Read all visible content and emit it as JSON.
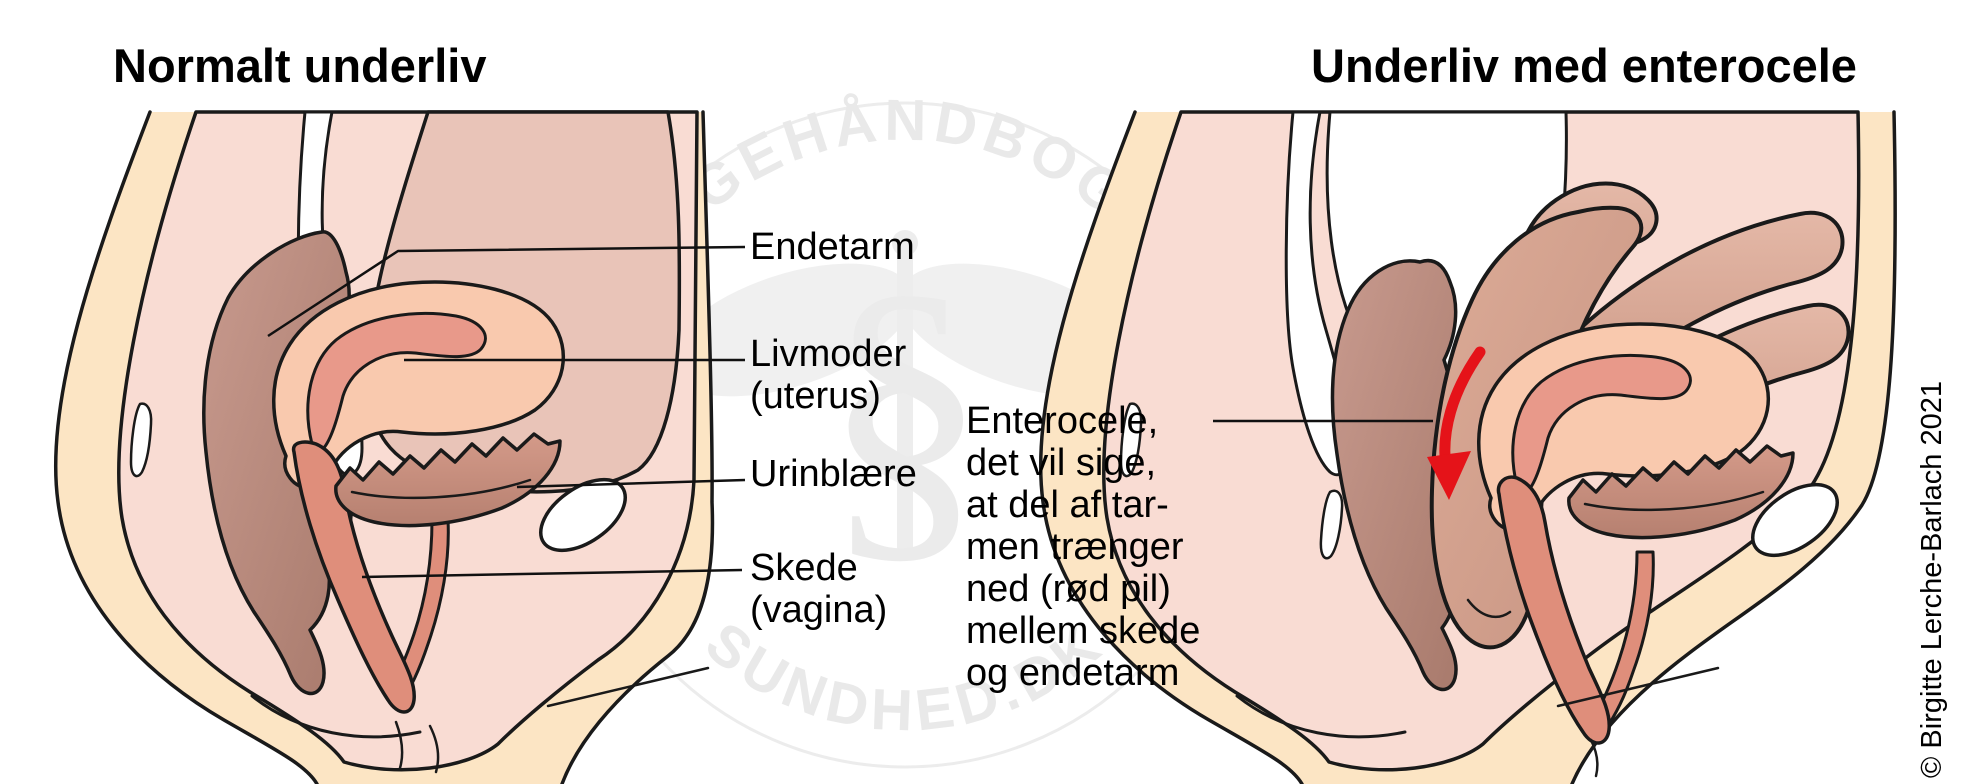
{
  "figure": {
    "left_title": "Normalt underliv",
    "right_title": "Underliv med enterocele"
  },
  "labels": {
    "endetarm": "Endetarm",
    "livmoder": "Livmoder",
    "livmoder_latin": "(uterus)",
    "urinblaere": "Urinblære",
    "skede": "Skede",
    "skede_latin": "(vagina)"
  },
  "annotation": {
    "line1": "Enterocele,",
    "line2": "det vil sige,",
    "line3": "at del af tar-",
    "line4": "men trænger",
    "line5": "ned (rød pil)",
    "line6": "mellem skede",
    "line7": "og endetarm"
  },
  "watermark": {
    "arc_top": "LÆGEHÅNDBOGEN",
    "arc_bottom": "SUNDHED.DK",
    "symbol": "§"
  },
  "credit": "© Birgitte Lerche-Barlach 2021",
  "colors": {
    "skin": "#fce5c4",
    "tissue_pink": "#f9dcd3",
    "abdomen_dusty": "#e9c4b8",
    "rectum_mauve": "#bd8d82",
    "uterus_peach": "#f9c9ae",
    "endometrium_salmon": "#e8998a",
    "vagina_salmon": "#df8e7b",
    "bladder_dusty": "#cd9282",
    "intestine_tan": "#d8a796",
    "arrow_red": "#e51319",
    "outline_black": "#1a1a1a",
    "watermark_gray": "#ececec"
  }
}
